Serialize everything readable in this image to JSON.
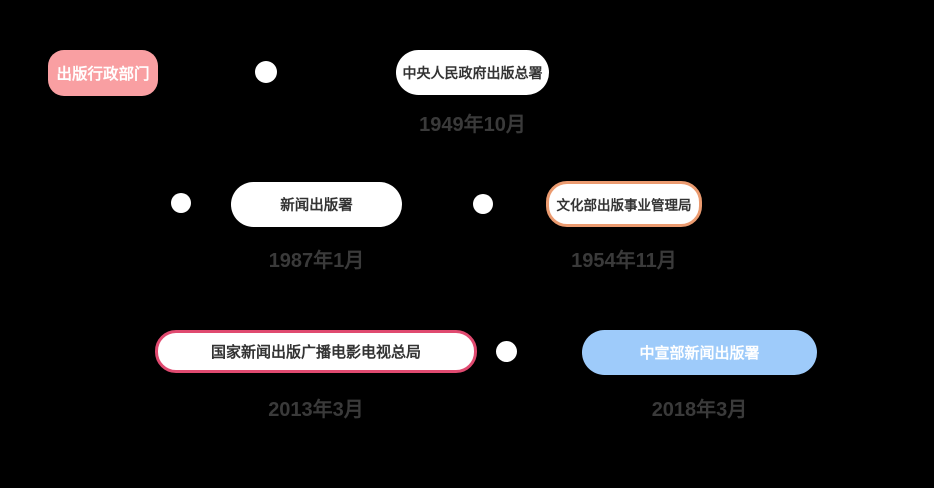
{
  "diagram": {
    "tag": {
      "label": "出版行政部门"
    },
    "nodes": [
      {
        "label": "中央人民政府出版总署",
        "date": "1949年10月",
        "variant": "white"
      },
      {
        "label": "新闻出版署",
        "date": "1987年1月",
        "variant": "white"
      },
      {
        "label": "文化部出版事业管理局",
        "date": "1954年11月",
        "variant": "orange-outline"
      },
      {
        "label": "国家新闻出版广播电影电视总局",
        "date": "2013年3月",
        "variant": "pink-outline"
      },
      {
        "label": "中宣部新闻出版署",
        "date": "2018年3月",
        "variant": "blue-fill"
      }
    ],
    "connector_dot_count": 4,
    "colors": {
      "background": "#000000",
      "tag_fill": "#F99FA2",
      "blue_fill": "#9ECBFA",
      "orange_border": "#EB9B70",
      "pink_border": "#E04A70",
      "box_fill": "#FFFFFF",
      "box_text": "#333333",
      "date_text": "#3A3A3A",
      "dot_fill": "#FFFFFF"
    }
  }
}
